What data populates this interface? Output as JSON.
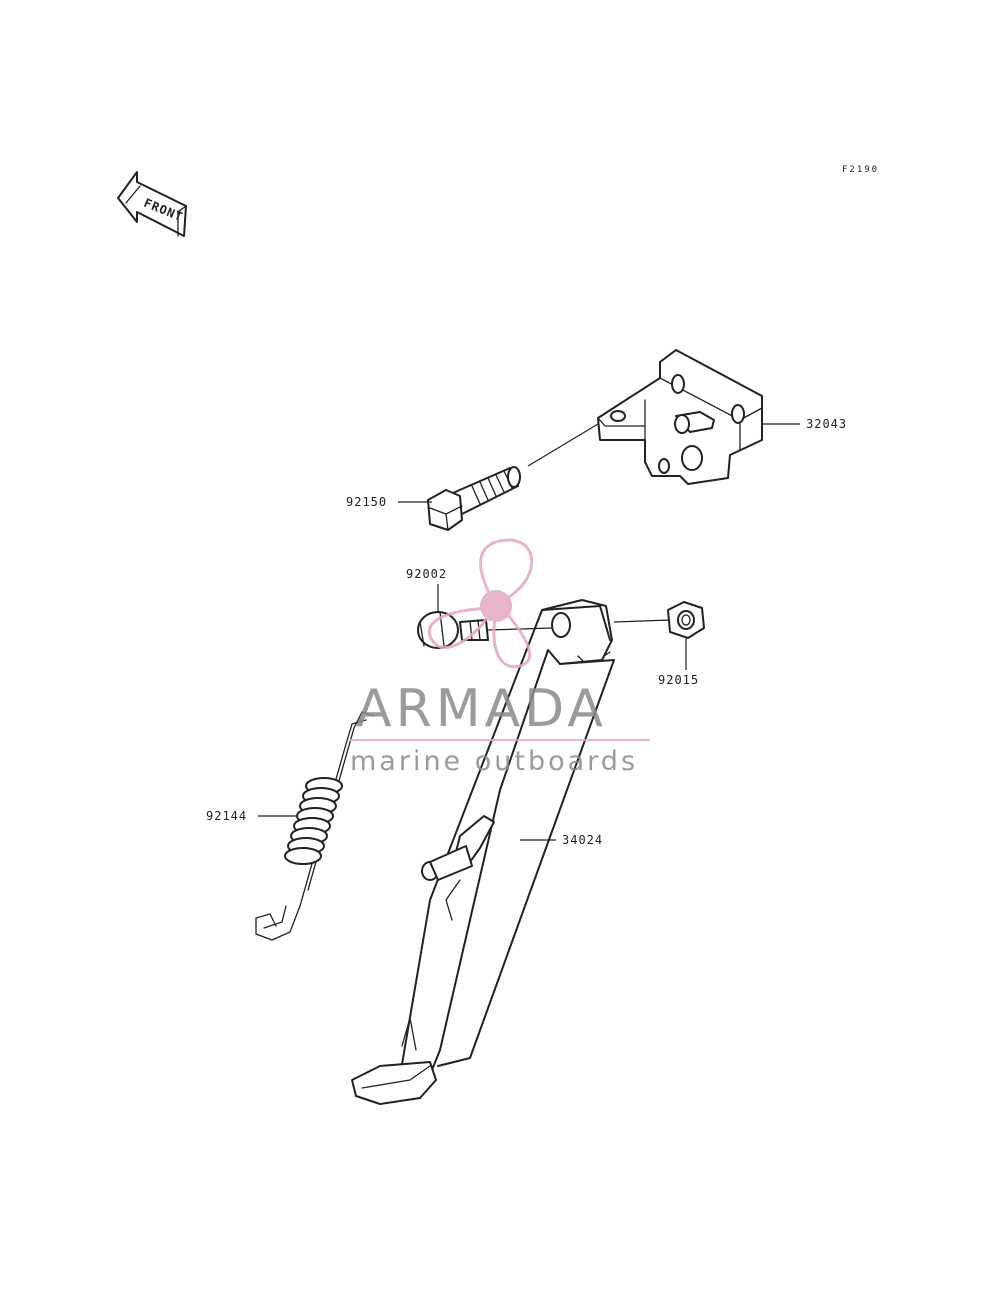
{
  "diagram": {
    "code": "F2190",
    "front_arrow_label": "FRONT",
    "parts": [
      {
        "number": "32043"
      },
      {
        "number": "92150"
      },
      {
        "number": "92002"
      },
      {
        "number": "92015"
      },
      {
        "number": "92144"
      },
      {
        "number": "34024"
      }
    ]
  },
  "watermark": {
    "title": "ARMADA",
    "subtitle": "marine outboards",
    "color": "#e4a6c4",
    "text_color": "#8a8a8a"
  }
}
